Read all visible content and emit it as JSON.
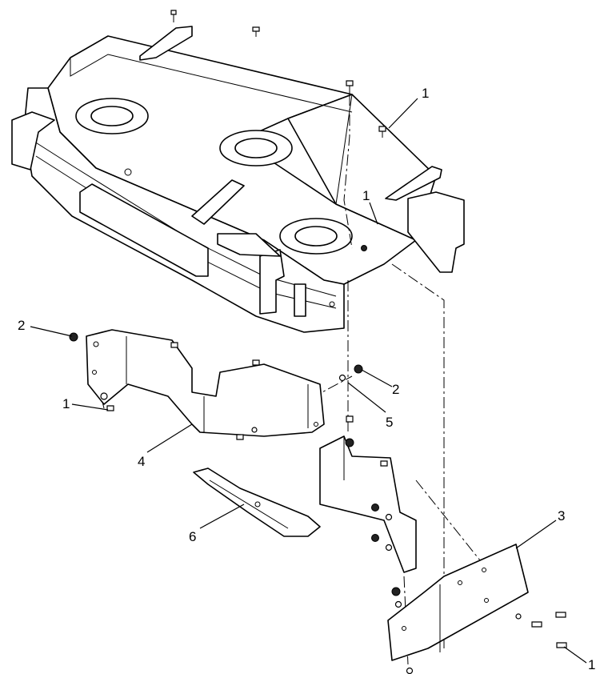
{
  "diagram": {
    "callouts": [
      {
        "id": "c1a",
        "text": "1"
      },
      {
        "id": "c1b",
        "text": "1"
      },
      {
        "id": "c1c",
        "text": "1"
      },
      {
        "id": "c1d",
        "text": "1"
      },
      {
        "id": "c2a",
        "text": "2"
      },
      {
        "id": "c2b",
        "text": "2"
      },
      {
        "id": "c3",
        "text": "3"
      },
      {
        "id": "c4",
        "text": "4"
      },
      {
        "id": "c5",
        "text": "5"
      },
      {
        "id": "c6",
        "text": "6"
      }
    ]
  }
}
